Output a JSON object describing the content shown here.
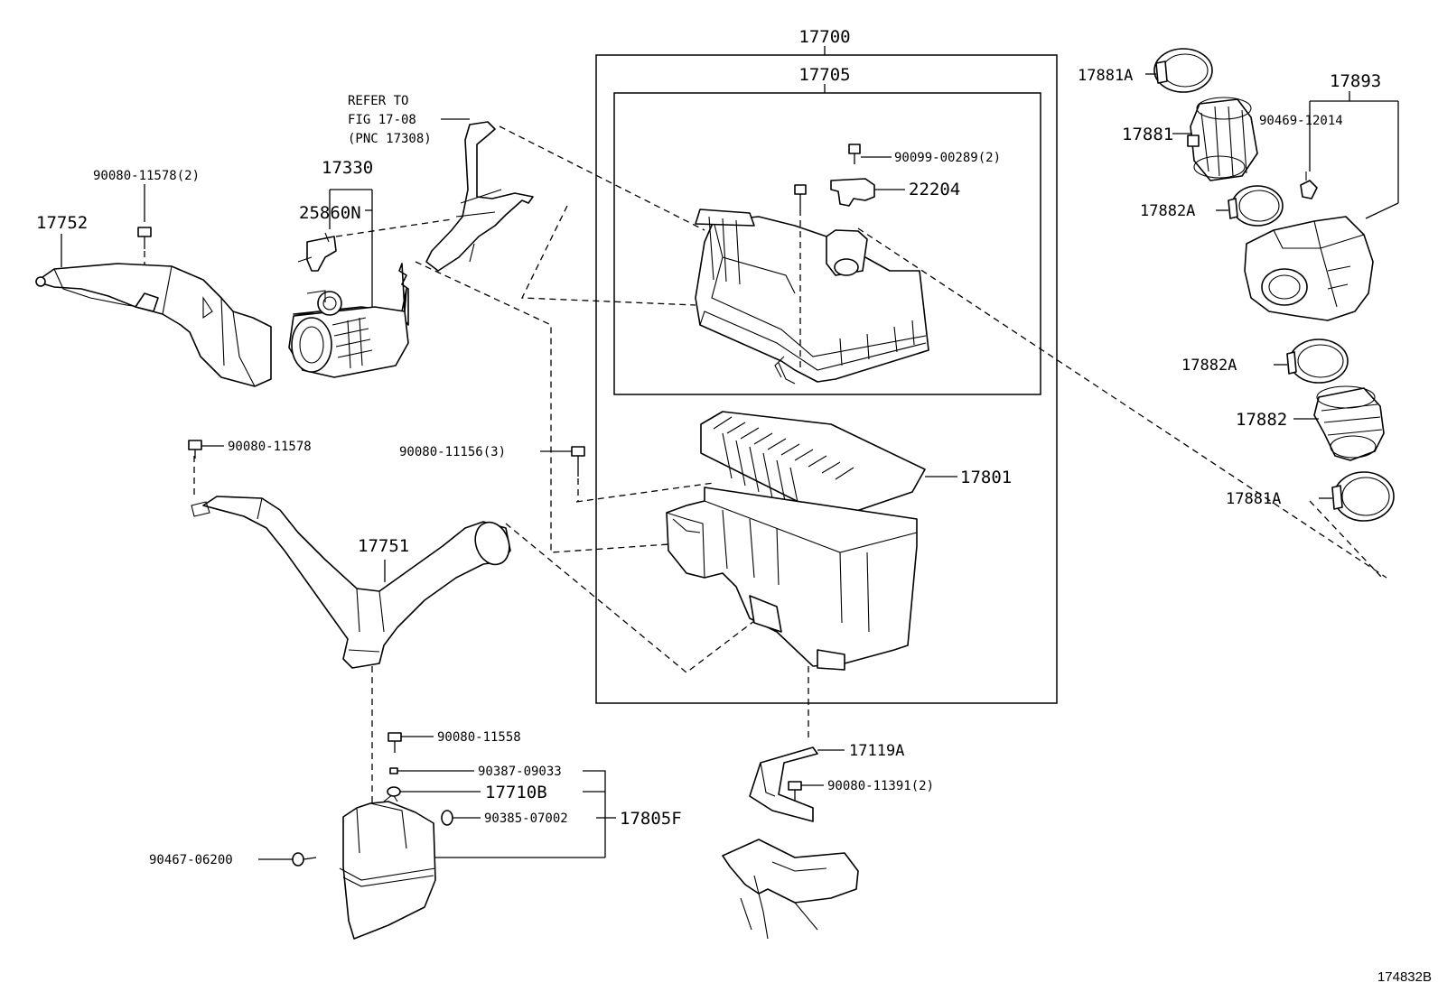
{
  "labels": {
    "l17700": "17700",
    "l17705": "17705",
    "refer1": "REFER TO",
    "refer2": "FIG 17-08",
    "refer3": "(PNC 17308)",
    "l17330": "17330",
    "l25860N": "25860N",
    "l90080_11578_2": "90080-11578(2)",
    "l17752": "17752",
    "l90099_00289_2": "90099-00289(2)",
    "l22204": "22204",
    "l90080_11578": "90080-11578",
    "l90080_11156_3": "90080-11156(3)",
    "l17801": "17801",
    "l17751": "17751",
    "l17881A_top": "17881A",
    "l17893": "17893",
    "l17881": "17881",
    "l90469_12014": "90469-12014",
    "l17882A_1": "17882A",
    "l17882A_2": "17882A",
    "l17882": "17882",
    "l17881A_bot": "17881A",
    "l90080_11558": "90080-11558",
    "l90387_09033": "90387-09033",
    "l17710B": "17710B",
    "l90385_07002": "90385-07002",
    "l17805F": "17805F",
    "l90467_06200": "90467-06200",
    "l17119A": "17119A",
    "l90080_11391_2": "90080-11391(2)",
    "figure_id": "174832B"
  }
}
